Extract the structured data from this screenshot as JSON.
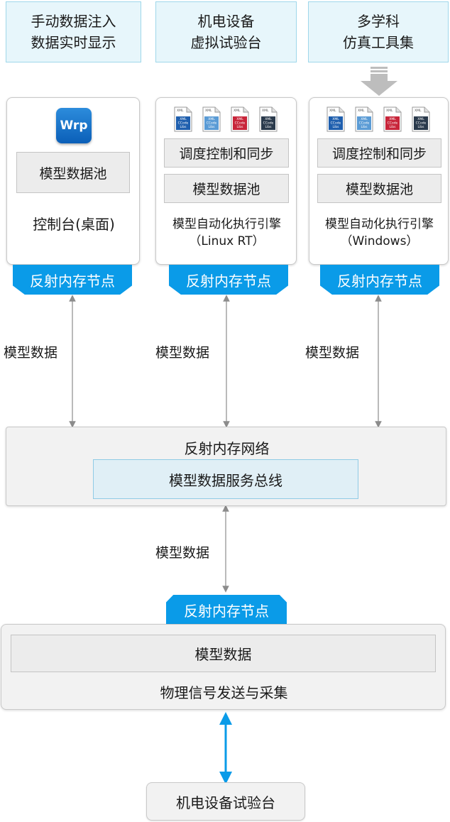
{
  "top_boxes": [
    {
      "line1": "手动数据注入",
      "line2": "数据实时显示"
    },
    {
      "line1": "机电设备",
      "line2": "虚拟试验台"
    },
    {
      "line1": "多学科",
      "line2": "仿真工具集"
    }
  ],
  "card1": {
    "icon_text": "Wrp",
    "pool": "模型数据池",
    "caption": "控制台(桌面)"
  },
  "card2": {
    "sync": "调度控制和同步",
    "pool": "模型数据池",
    "caption_line1": "模型自动化执行引擎",
    "caption_line2": "（Linux RT）"
  },
  "card3": {
    "sync": "调度控制和同步",
    "pool": "模型数据池",
    "caption_line1": "模型自动化执行引擎",
    "caption_line2": "（Windows）"
  },
  "file_icons": [
    {
      "top": "XML",
      "lines": [
        "XML",
        "CCode",
        "Libs"
      ],
      "color": "#1f5fae"
    },
    {
      "top": "XML",
      "lines": [
        "XML",
        "CCode",
        "Libs"
      ],
      "color": "#5a9bd5"
    },
    {
      "top": "XML",
      "lines": [
        "XML",
        "CCode",
        "Libs"
      ],
      "color": "#c8253a"
    },
    {
      "top": "XML",
      "lines": [
        "XML",
        "CCode",
        "Libs"
      ],
      "color": "#2a3a4c"
    }
  ],
  "reflective_node_label": "反射内存节点",
  "model_data_label": "模型数据",
  "network": {
    "title": "反射内存网络",
    "bus": "模型数据服务总线"
  },
  "bottom_panel": {
    "data_box": "模型数据",
    "caption": "物理信号发送与采集"
  },
  "testbench": "机电设备试验台",
  "colors": {
    "accent_blue": "#0a9be8",
    "top_box_fill": "#e7f6fb",
    "inner_gray": "#ececec"
  }
}
